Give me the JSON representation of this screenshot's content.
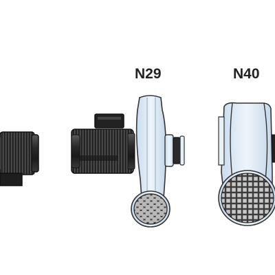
{
  "labels": {
    "n29": "N29",
    "n40": "N40"
  },
  "colors": {
    "motor_dark": "#1f1f1f",
    "motor_mid": "#3b3b3b",
    "motor_light": "#6a6a6a",
    "housing_fill": "#dde9f5",
    "housing_stroke": "#333333",
    "mesh_fill": "#4a4a4a",
    "mesh_cell": "#bdbdbd",
    "label_text": "#222222"
  },
  "items": [
    {
      "id": "motor-left",
      "icon": "electric-motor-icon"
    },
    {
      "id": "blower-n29",
      "icon": "centrifugal-blower-icon"
    },
    {
      "id": "blower-n40",
      "icon": "centrifugal-blower-icon"
    }
  ]
}
